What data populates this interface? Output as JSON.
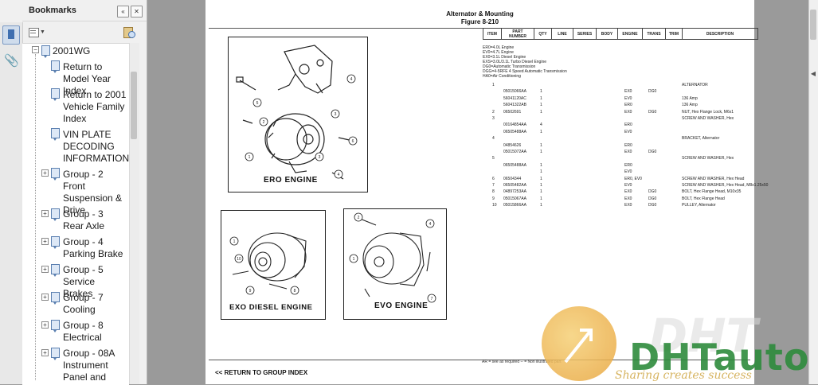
{
  "bookmarks_panel": {
    "title": "Bookmarks",
    "items": [
      {
        "label": "2001WG",
        "level": 0,
        "expandable": true,
        "expanded": true
      },
      {
        "label": "Return to Model Year Index",
        "level": 1,
        "expandable": false
      },
      {
        "label": "Return to 2001 Vehicle Family Index",
        "level": 1,
        "expandable": false
      },
      {
        "label": "VIN PLATE DECODING INFORMATION",
        "level": 1,
        "expandable": false
      },
      {
        "label": "Group - 2 Front Suspension & Drive",
        "level": 1,
        "expandable": true
      },
      {
        "label": "Group - 3 Rear Axle",
        "level": 1,
        "expandable": true
      },
      {
        "label": "Group - 4 Parking Brake",
        "level": 1,
        "expandable": true
      },
      {
        "label": "Group - 5 Service Brakes",
        "level": 1,
        "expandable": true
      },
      {
        "label": "Group - 7 Cooling",
        "level": 1,
        "expandable": true
      },
      {
        "label": "Group - 8 Electrical",
        "level": 1,
        "expandable": true
      },
      {
        "label": "Group - 08A Instrument Panel and",
        "level": 1,
        "expandable": true
      }
    ]
  },
  "document": {
    "title": "Alternator & Mounting",
    "figure": "Figure 8-210",
    "table_headers": [
      "ITEM",
      "PART NUMBER",
      "QTY",
      "LINE",
      "SERIES",
      "BODY",
      "ENGINE",
      "TRANS",
      "TRIM",
      "DESCRIPTION"
    ],
    "legend": [
      "ER0=4.0L Engine",
      "EV0=4.7L Engine",
      "EX0=3.1L Diesel Engine",
      "EXS=3.0L/3.1L Turbo Diesel Engine",
      "DG0=Automatic Transmission",
      "DGG=4-5RFE 4 Speed Automatic Transmission",
      "HA0=Air Conditioning"
    ],
    "rows": [
      {
        "item": "1",
        "part": "",
        "qty": "",
        "engine": "",
        "trans": "",
        "desc": "ALTERNATOR"
      },
      {
        "item": "",
        "part": "05015066AA",
        "qty": "1",
        "engine": "EX0",
        "trans": "DG0",
        "desc": ""
      },
      {
        "item": "",
        "part": "56041120AC",
        "qty": "1",
        "engine": "EV0",
        "trans": "",
        "desc": "136 Amp"
      },
      {
        "item": "",
        "part": "56041322AB",
        "qty": "1",
        "engine": "ER0",
        "trans": "",
        "desc": "136 Amp"
      },
      {
        "item": "2",
        "part": "06502691",
        "qty": "1",
        "engine": "EX0",
        "trans": "DG0",
        "desc": "NUT, Hex Flange Lock, M6x1"
      },
      {
        "item": "3",
        "part": "",
        "qty": "",
        "engine": "",
        "trans": "",
        "desc": "SCREW AND WASHER, Hex"
      },
      {
        "item": "",
        "part": "00164854AA",
        "qty": "4",
        "engine": "ER0",
        "trans": "",
        "desc": ""
      },
      {
        "item": "",
        "part": "06505488AA",
        "qty": "1",
        "engine": "EV0",
        "trans": "",
        "desc": ""
      },
      {
        "item": "4",
        "part": "",
        "qty": "",
        "engine": "",
        "trans": "",
        "desc": "BRACKET, Alternator"
      },
      {
        "item": "",
        "part": "04854626",
        "qty": "1",
        "engine": "ER0",
        "trans": "",
        "desc": ""
      },
      {
        "item": "",
        "part": "05015072AA",
        "qty": "1",
        "engine": "EX0",
        "trans": "DG0",
        "desc": ""
      },
      {
        "item": "5",
        "part": "",
        "qty": "",
        "engine": "",
        "trans": "",
        "desc": "SCREW AND WASHER, Hex"
      },
      {
        "item": "",
        "part": "06505488AA",
        "qty": "1",
        "engine": "ER0",
        "trans": "",
        "desc": ""
      },
      {
        "item": "",
        "part": "",
        "qty": "1",
        "engine": "EV0",
        "trans": "",
        "desc": ""
      },
      {
        "item": "6",
        "part": "06504344",
        "qty": "1",
        "engine": "ER0, EV0",
        "trans": "",
        "desc": "SCREW AND WASHER, Hex Head"
      },
      {
        "item": "7",
        "part": "06505482AA",
        "qty": "1",
        "engine": "EV0",
        "trans": "",
        "desc": "SCREW AND WASHER, Hex Head, M8x1.25x50"
      },
      {
        "item": "8",
        "part": "04897253AA",
        "qty": "1",
        "engine": "EX0",
        "trans": "DG0",
        "desc": "BOLT, Hex Flange Head, M10x35"
      },
      {
        "item": "9",
        "part": "05015067AA",
        "qty": "1",
        "engine": "EX0",
        "trans": "DG0",
        "desc": "BOLT, Hex Flange Head"
      },
      {
        "item": "10",
        "part": "05015866AA",
        "qty": "1",
        "engine": "EX0",
        "trans": "DG0",
        "desc": "PULLEY, Alternator"
      }
    ],
    "figure_captions": {
      "ero": "ERO ENGINE",
      "exo": "EXO DIESEL ENGINE",
      "evo": "EVO ENGINE"
    },
    "footnote": "AR = see as required   -- = Non illustrated part",
    "return_link": "<< RETURN TO GROUP INDEX"
  },
  "watermark": {
    "logo_text": "DHTauto",
    "tagline": "Sharing creates success",
    "colors": {
      "green": "#2e8b3c",
      "orange": "#e8a43c"
    }
  }
}
